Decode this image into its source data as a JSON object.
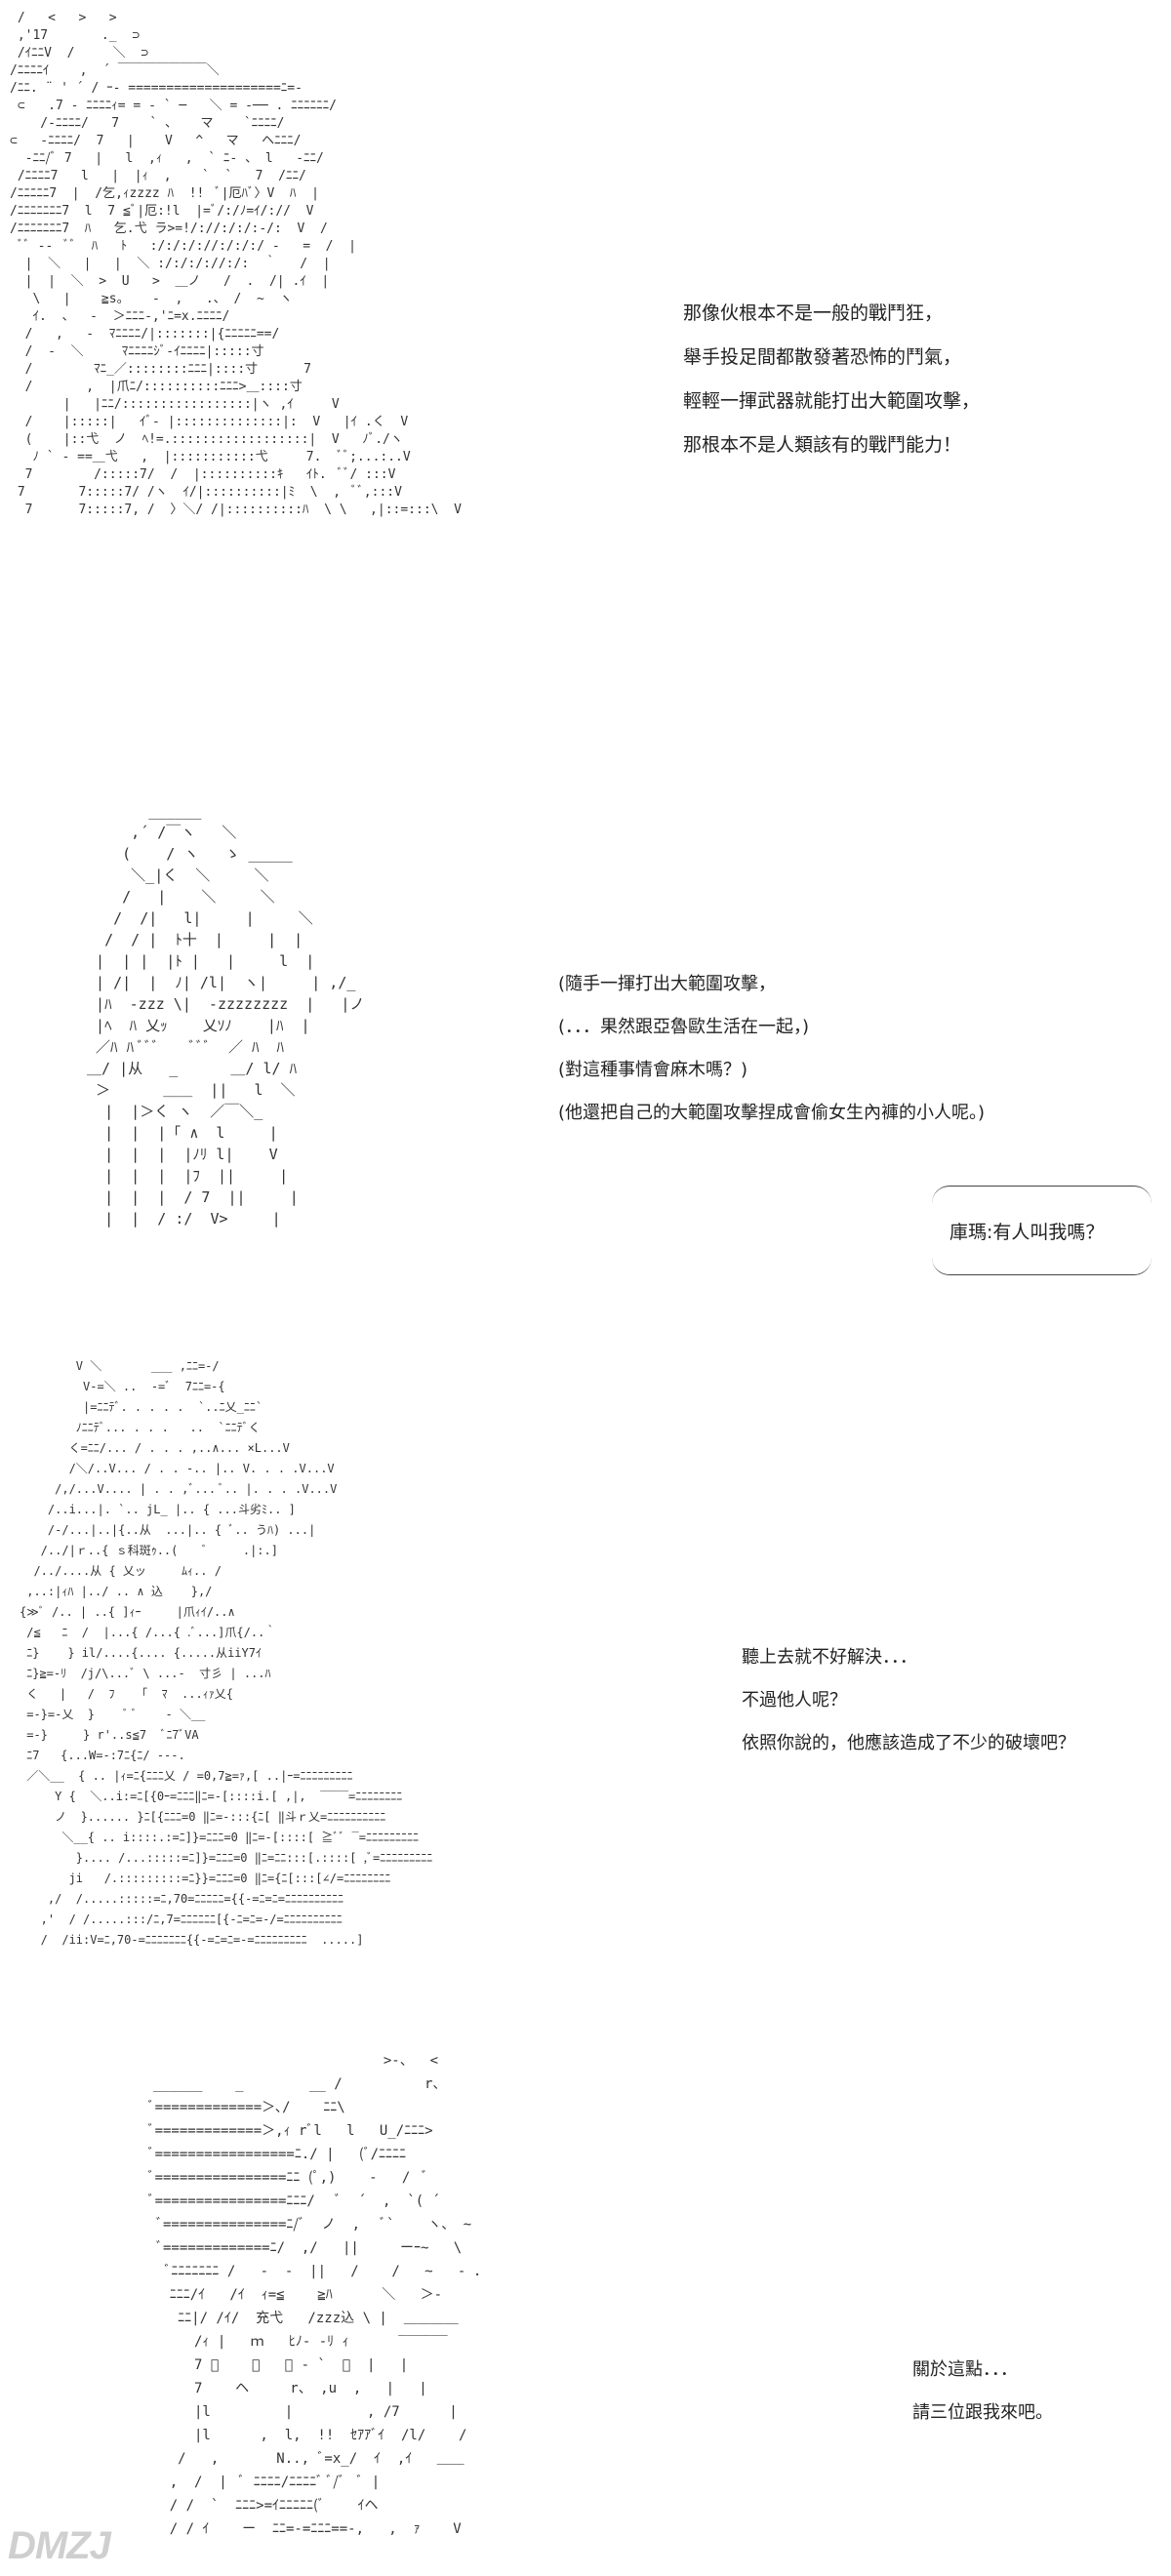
{
  "panel1": {
    "art": " /   <   >   >\n ,'17       ._  ⊃\n /ｲﾆﾆV  /     ＼  ⊃\n/ﾆﾆﾆﾆｲ    ,  ´ ￣￣￣￣￣￣￣＼\n/ﾆﾆ. ¨ ' ´ / ｰ‐ ====================ﾆ=-\n ⊂   .7 ‐ ﾆﾆﾆﾆｨ= = ‐ ` ─   ＼ = ‐── . ﾆﾆﾆﾆﾆﾆ/\n    /‐ﾆﾆﾆﾆ/   7    ` 、   マ    `ﾆﾆﾆﾆ/\n⊂   ‐ﾆﾆﾆﾆ/  7   |    V   ^   マ   ヘﾆﾆﾆ/\n  ‐ﾆﾆ/ﾞ 7   |   l  ,ｨ   ,  ` ﾆ- 、 l   ‐ﾆﾆ/\n /ﾆﾆﾆﾆ7   l   |  |ｨ  ,    `  `   7  /ﾆﾆ/\n/ﾆﾆﾆﾆﾆ7  |  /乞,ｨzzzz ﾊ  !!  ﾞ|厄ﾊﾞ〉V  ﾊ  |\n/ﾆﾆﾆﾆﾆﾆﾆ7  l  7 ≦ﾞ|厄:!l  |=ﾞ/:/ﾉ=ｲ/://  V\n/ﾆﾆﾆﾆﾆﾆﾆ7  ﾊ   乞.弋 ラ>=!/://:/:/:-/:  V  /\n ﾞﾞ ‐‐  ﾞﾞ  ﾊ   ﾄ   :/:/:/://:/:/:/ ‐   =  /  |\n  |  ＼   |   |  ＼ :/:/:/://:/:  ｀   /  |\n  |  |  ＼  >  U   >  ＿ノ   /  .  /| .ｲ  |\n   \\   |    ≧s。   ‐  ,   .、 /  ~  ヽ\n   ｲ.  、  ‐  ＞ﾆﾆﾆ-,'ﾆ=x.ﾆﾆﾆﾆ/ \n  /   ,   ‐  ﾏﾆﾆﾆﾆ/|:::::::|{ﾆﾆﾆﾆﾆ==/\n  /  ‐  ＼     ﾏﾆﾆﾆﾆｼﾞ-ｲﾆﾆﾆﾆ|:::::寸\n  /        ﾏﾆ_／::::::::ﾆﾆﾆ|::::寸      7\n  /       ,  |爪ﾆ/::::::::::ﾆﾆﾆ>＿::::寸\n       |   |ﾆﾆ/:::::::::::::::::|ヽ ,ｲ     V\n  /    |:::::|   ｲﾞ‐ |::::::::::::::|:  V   |ｲ .く  V\n  (    |::弋  ノ  ﾍ!=.::::::::::::::::::|  V   ﾉﾞ./ヽ\n   ﾉ ` ‐ ==＿弋   ,  |:::::::::::弋     7.  ﾞﾞ;...:..V\n  7        /:::::7/  /  |::::::::::ｷ   ｲﾄ.  ﾞﾞ/ :::V\n 7       7:::::7/ /ヽ  ｲ/|::::::::::|ﾐ  \\  ,  ﾞﾞ,:::V\n  7      7:::::7, /  〉＼/ /|::::::::::ﾊ  \\ \\   ,|::=:::\\  V",
    "lines": [
      "那像伙根本不是一般的戰鬥狂，",
      "舉手投足間都散發著恐怖的鬥氣，",
      "輕輕一揮武器就能打出大範圍攻擊，",
      "那根本不是人類該有的戰鬥能力！"
    ]
  },
  "panel2": {
    "art": "        ______\n      ,´ /￣ヽ   ＼\n     (    / ヽ   ゝ _____\n      ＼_|く  ＼     ＼\n     /   |    ＼     ＼\n    /  /|   l|     |     ＼\n   /  / |  ﾄ十  |     |  |\n  |  | |  |ﾄ |   |     l  |\n  | /|  |  ﾉ| /l|  ヽ|     | ,/_\n  |ﾊ  ‐zzz \\|  ‐zzzzzzzz  |   |ノ\n  |ﾍ  ﾊ 乂ｯ    乂ｿﾉ    |ﾊ  |\n  ／ﾊ ﾊ ﾞﾞﾞ    ﾞﾞﾞ  ／ ﾊ  ﾊ\n ＿/ |从   _      ＿/ l/ ﾊ\n  ＞      ＿＿  ||   l  ＼\n   |  |＞く ヽ  ／￣＼_\n   |  |  |「 ∧  l     |\n   |  |  |  |ﾉﾘ l|    V\n   |  |  |  |ﾌ  ||     |\n   |  |  |  / 7  ||     |\n   |  |  / :/  V>     |",
    "lines": [
      "(隨手一揮打出大範圍攻擊，",
      "(．．．果然跟亞魯歐生活在一起，)",
      "(對這種事情會麻木嗎？)",
      "(他還把自己的大範圍攻擊捏成會偷女生內褲的小人呢。)"
    ],
    "bubble": "庫瑪:有人叫我嗎？"
  },
  "panel3": {
    "art": "        V ＼       ___ ,ﾆﾆ=-/\n         V-=＼ ..  ‐=ﾞ  7ﾆﾆ=-{\n         |=ﾆﾆﾃﾞ. . . . .  `..ﾆ乂_ﾆﾆ`\n        ﾉﾆﾆﾃﾞ... . . .   ..  `ﾆﾆﾃﾞく\n       く=ﾆﾆ/... / . . . ,..∧... ×L...V\n       /＼/..V... / . . ‐.. |.. V. . . .V...V\n     /,/...V.... | . . ,ﾞ... ﾞ.. |. . . .V...V\n    /..i...|. `.. jL_ |.. { ...斗劣ﾐ.. ]\n    /-/...|..|{..从  ...|.. { ﾞ.. うﾊ) ...|\n   /../|ｒ..{ ｓ科斑ｩ..(    ﾞ     .|:.]\n  /../....从 { 乂ッ     ﾑｨ.. /\n ,..:|ｨﾊ |../ .. ∧ 込    },/\n{≫ﾞ /.. | ..{ ]ｨｰ     |爪ｨｲ/..∧\n /≦   ﾆ  /  |...{ /...{ .ﾞ...]爪{/..｀\n ﾆ}    } il/....{.... {.....从iiY7ｲ\n ﾆ}≧=-ﾘ  /j/\\...ﾞ \\ ...‐  寸彡 | ...ﾊ\n く   |   /  ﾌ   「  ﾏ  ...ｨｧ乂{\n =-}=-乂  }    ﾞ ﾞ    ‐ ＼__  \n =-}     } r'..s≦7  ﾞﾆ7ﾞVA   \n ﾆ7   {...W=-:7ﾆ{ﾆ/ ‐‐‐.      \n ／＼__  { .. |ｨ=ﾆ{ﾆﾆﾆ乂 / =0,7≧=ｧ,[ ..|ｰ=ﾆﾆﾆﾆﾆﾆﾆﾆﾆ\n     Y {  ＼..i:=ﾆ[{0ｰ=ﾆﾆﾆ‖ﾆ=-[::::i.[ ,|,  ‾‾‾‾=ﾆﾆﾆﾆﾆﾆﾆﾆ\n     ノ  }...... }ﾆ[{ﾆﾆﾆ=0 ‖ﾆ=-:::{ﾆ[ ‖斗ｒ乂=ﾆﾆﾆﾆﾆﾆﾆﾆﾆﾆ\n      ＼__{ .. i::::.:=ﾆ]}=ﾆﾆﾆ=0 ‖ﾆ=-[::::[ ≧ﾞﾞ ‾=ﾆﾆﾆﾆﾆﾆﾆﾆﾆ\n        }.... /...:::::=ﾆ]}=ﾆﾆﾆ=0 ‖ﾆ=ﾆﾆ:::[.::::[ ,ﾞ=ﾆﾆﾆﾆﾆﾆﾆﾆﾆ\n       ji   /.:::::::::=ﾆ}}=ﾆﾆﾆ=0 ‖ﾆ={ﾆ[:::[∠/=ﾆﾆﾆﾆﾆﾆﾆﾆ\n    ,/  /.....:::::=ﾆ,70=ﾆﾆﾆﾆﾆ={{-=ﾆ=ﾆ=ﾆﾆﾆﾆﾆﾆﾆﾆﾆﾆ\n   ,'  / /.....:::/ﾆ,7=ﾆﾆﾆﾆﾆﾆ[{-ﾆ=ﾆ=-/=ﾆﾆﾆﾆﾆﾆﾆﾆﾆﾆ\n   /  /ii:V=ﾆ,70-=ﾆﾆﾆﾆﾆﾆﾆ{{-=ﾆ=ﾆ=-=ﾆﾆﾆﾆﾆﾆﾆﾆﾆ  .....]",
    "lines": [
      "聽上去就不好解決．．．",
      "不過他人呢？",
      "依照你說的，他應該造成了不少的破壞吧？"
    ]
  },
  "panel4": {
    "art": "                              >-、  <\n  ______    _        __ /          r、\n  ﾞ=============＞､/    ﾆﾆ\\\n  ﾞ=============＞,ｨ rﾞl   l   U_/ﾆﾆﾆ>\n  ﾞ=================ﾆ./ |   (ﾞ/ﾆﾆﾆﾆ\n  ﾞ================ﾆﾆ (ﾟ,)    ‐   /  ﾞ\n  ﾞ================ﾆﾆﾆ/   ﾞ  ´  ,  `( ´\n   ﾞ===============ﾆ/ﾞ  ノ  ,   ﾞ`    ヽ、 ~\n   ﾞ=============ﾆ/  ,/   ||     ーｰ~   \\\n    ﾞﾆﾆﾆﾆﾆﾆﾆ /   ‐  ‐  ||   /    /   ~   ‐ ．\n    ﾆﾆﾆ/ｲ   /ｲ  ｨ=≦    ≧ﾊ      ＼   ＞‐\n     ﾆﾆ|/ /ｲ/  充弋   /zzz込 \\ |  ＿＿＿＿\n       /ｨ |   ｍ   ﾋﾉ- -ﾘ ｨ      ‾‾‾‾‾‾\n       7 ﾞ    ﾞ   ＞ - `  ／  |   |\n       7    ヘ     r、 ,u  ,   |   |\n       |l         |         , /7      |\n       |l      ,  l,  !!  ｾｱｱﾞｲ  /l/    /\n     /   ,       N.., ﾞ=x_/  ｲ  ,ｲ   ＿＿\n    ,  /  |  ﾞ ﾆﾆﾆﾆ/ﾆﾆﾆﾆﾞ ﾞ/ﾞ  ﾞ |\n    / /  `  ﾆﾆﾆ>=ｲﾆﾆﾆﾆﾆ(ﾞ    ｲヘ\n    / / ｲ    ー  ﾆﾆ=-=ﾆﾆﾆ==-,   ,  ｧ    V",
    "lines": [
      "關於這點．．．",
      "請三位跟我來吧。"
    ]
  },
  "watermark": "DMZJ"
}
